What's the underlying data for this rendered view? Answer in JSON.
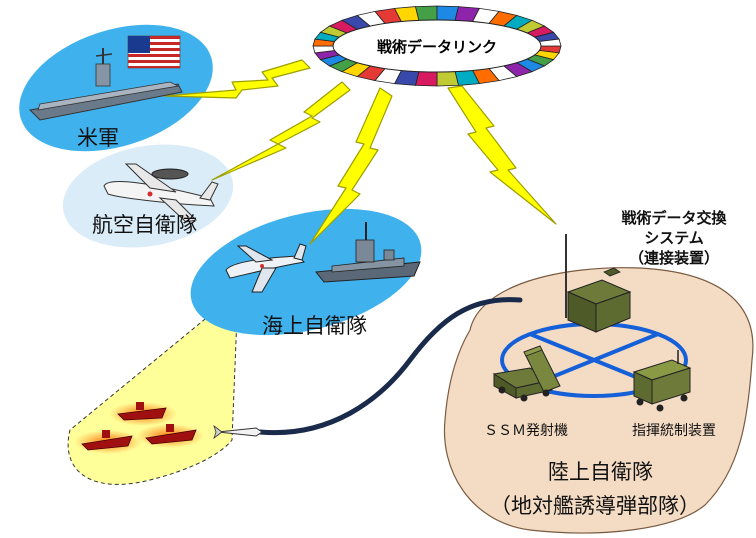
{
  "network": {
    "title": "戦術データリンク",
    "segment_colors": [
      "#e53935",
      "#ffd600",
      "#43a047",
      "#1e88e5",
      "#8e24aa",
      "#ffffff",
      "#ff6d00",
      "#00acc1",
      "#c0ca33",
      "#d81b60",
      "#3949ab",
      "#ffffff"
    ]
  },
  "nodes": {
    "us_forces": {
      "label": "米軍",
      "icon": "aircraft-carrier-icon",
      "flag": "us-flag-icon"
    },
    "air_sdf": {
      "label": "航空自衛隊",
      "icon": "awacs-aircraft-icon"
    },
    "maritime_sdf": {
      "label": "海上自衛隊",
      "icons": [
        "patrol-aircraft-icon",
        "destroyer-icon"
      ]
    },
    "exchange_system": {
      "line1": "戦術データ交換",
      "line2": "システム",
      "line3": "（連接装置）",
      "icon": "communications-shelter-icon"
    },
    "ground_sdf": {
      "line1": "陸上自衛隊",
      "line2": "（地対艦誘導弾部隊）",
      "ssm_launcher": "ＳＳＭ発射機",
      "command_unit": "指揮統制装置"
    }
  },
  "colors": {
    "link_bolt": "#ffff00",
    "us_ellipse": "#3fb2ee",
    "asdf_ellipse": "#d9ecf8",
    "msdf_ellipse": "#3fb2ee",
    "ground_blob": "#f4dcc4",
    "sensor_cone": "#ffff99",
    "missile_path": "#1a2a4a",
    "ground_network": "#1560d8"
  }
}
